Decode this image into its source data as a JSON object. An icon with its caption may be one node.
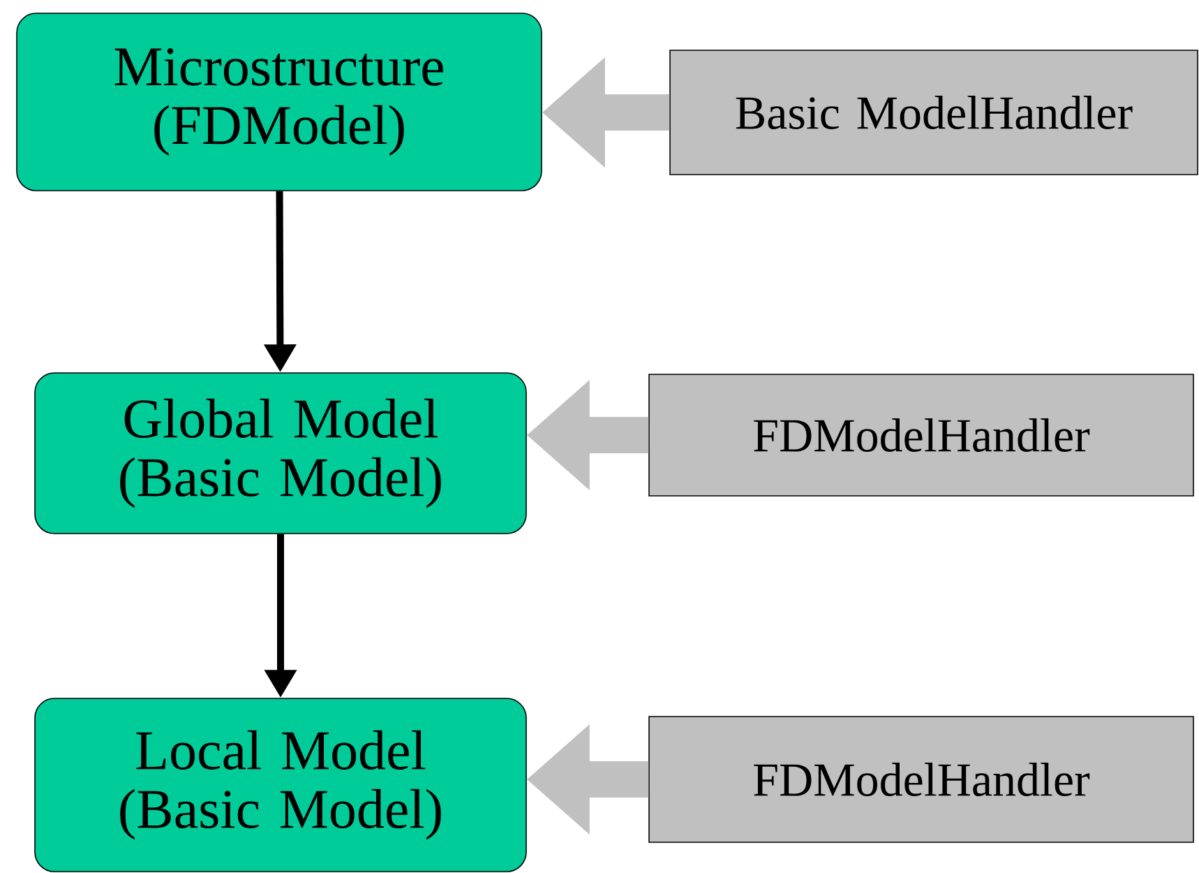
{
  "diagram": {
    "nodes": [
      {
        "text": [
          "Microstructure (FDModel)"
        ]
      },
      {
        "text": [
          "Global Model (Basic Model)"
        ]
      },
      {
        "text": [
          "Local Model (Basic Model)"
        ]
      },
      {
        "text": [
          "Basic ModelHandler"
        ]
      },
      {
        "text": [
          "FDModelHandler"
        ]
      },
      {
        "text": [
          "FDModelHandler"
        ]
      }
    ],
    "edges": [
      {
        "from": 0,
        "to": 1,
        "arrow": "to",
        "color": "#000000"
      },
      {
        "from": 1,
        "to": 2,
        "arrow": "to",
        "color": "#000000"
      },
      {
        "from": 3,
        "to": 0,
        "arrow": "to"
      },
      {
        "from": 4,
        "to": 1,
        "arrow": "to"
      },
      {
        "from": 5,
        "to": 2,
        "arrow": "to"
      }
    ]
  }
}
